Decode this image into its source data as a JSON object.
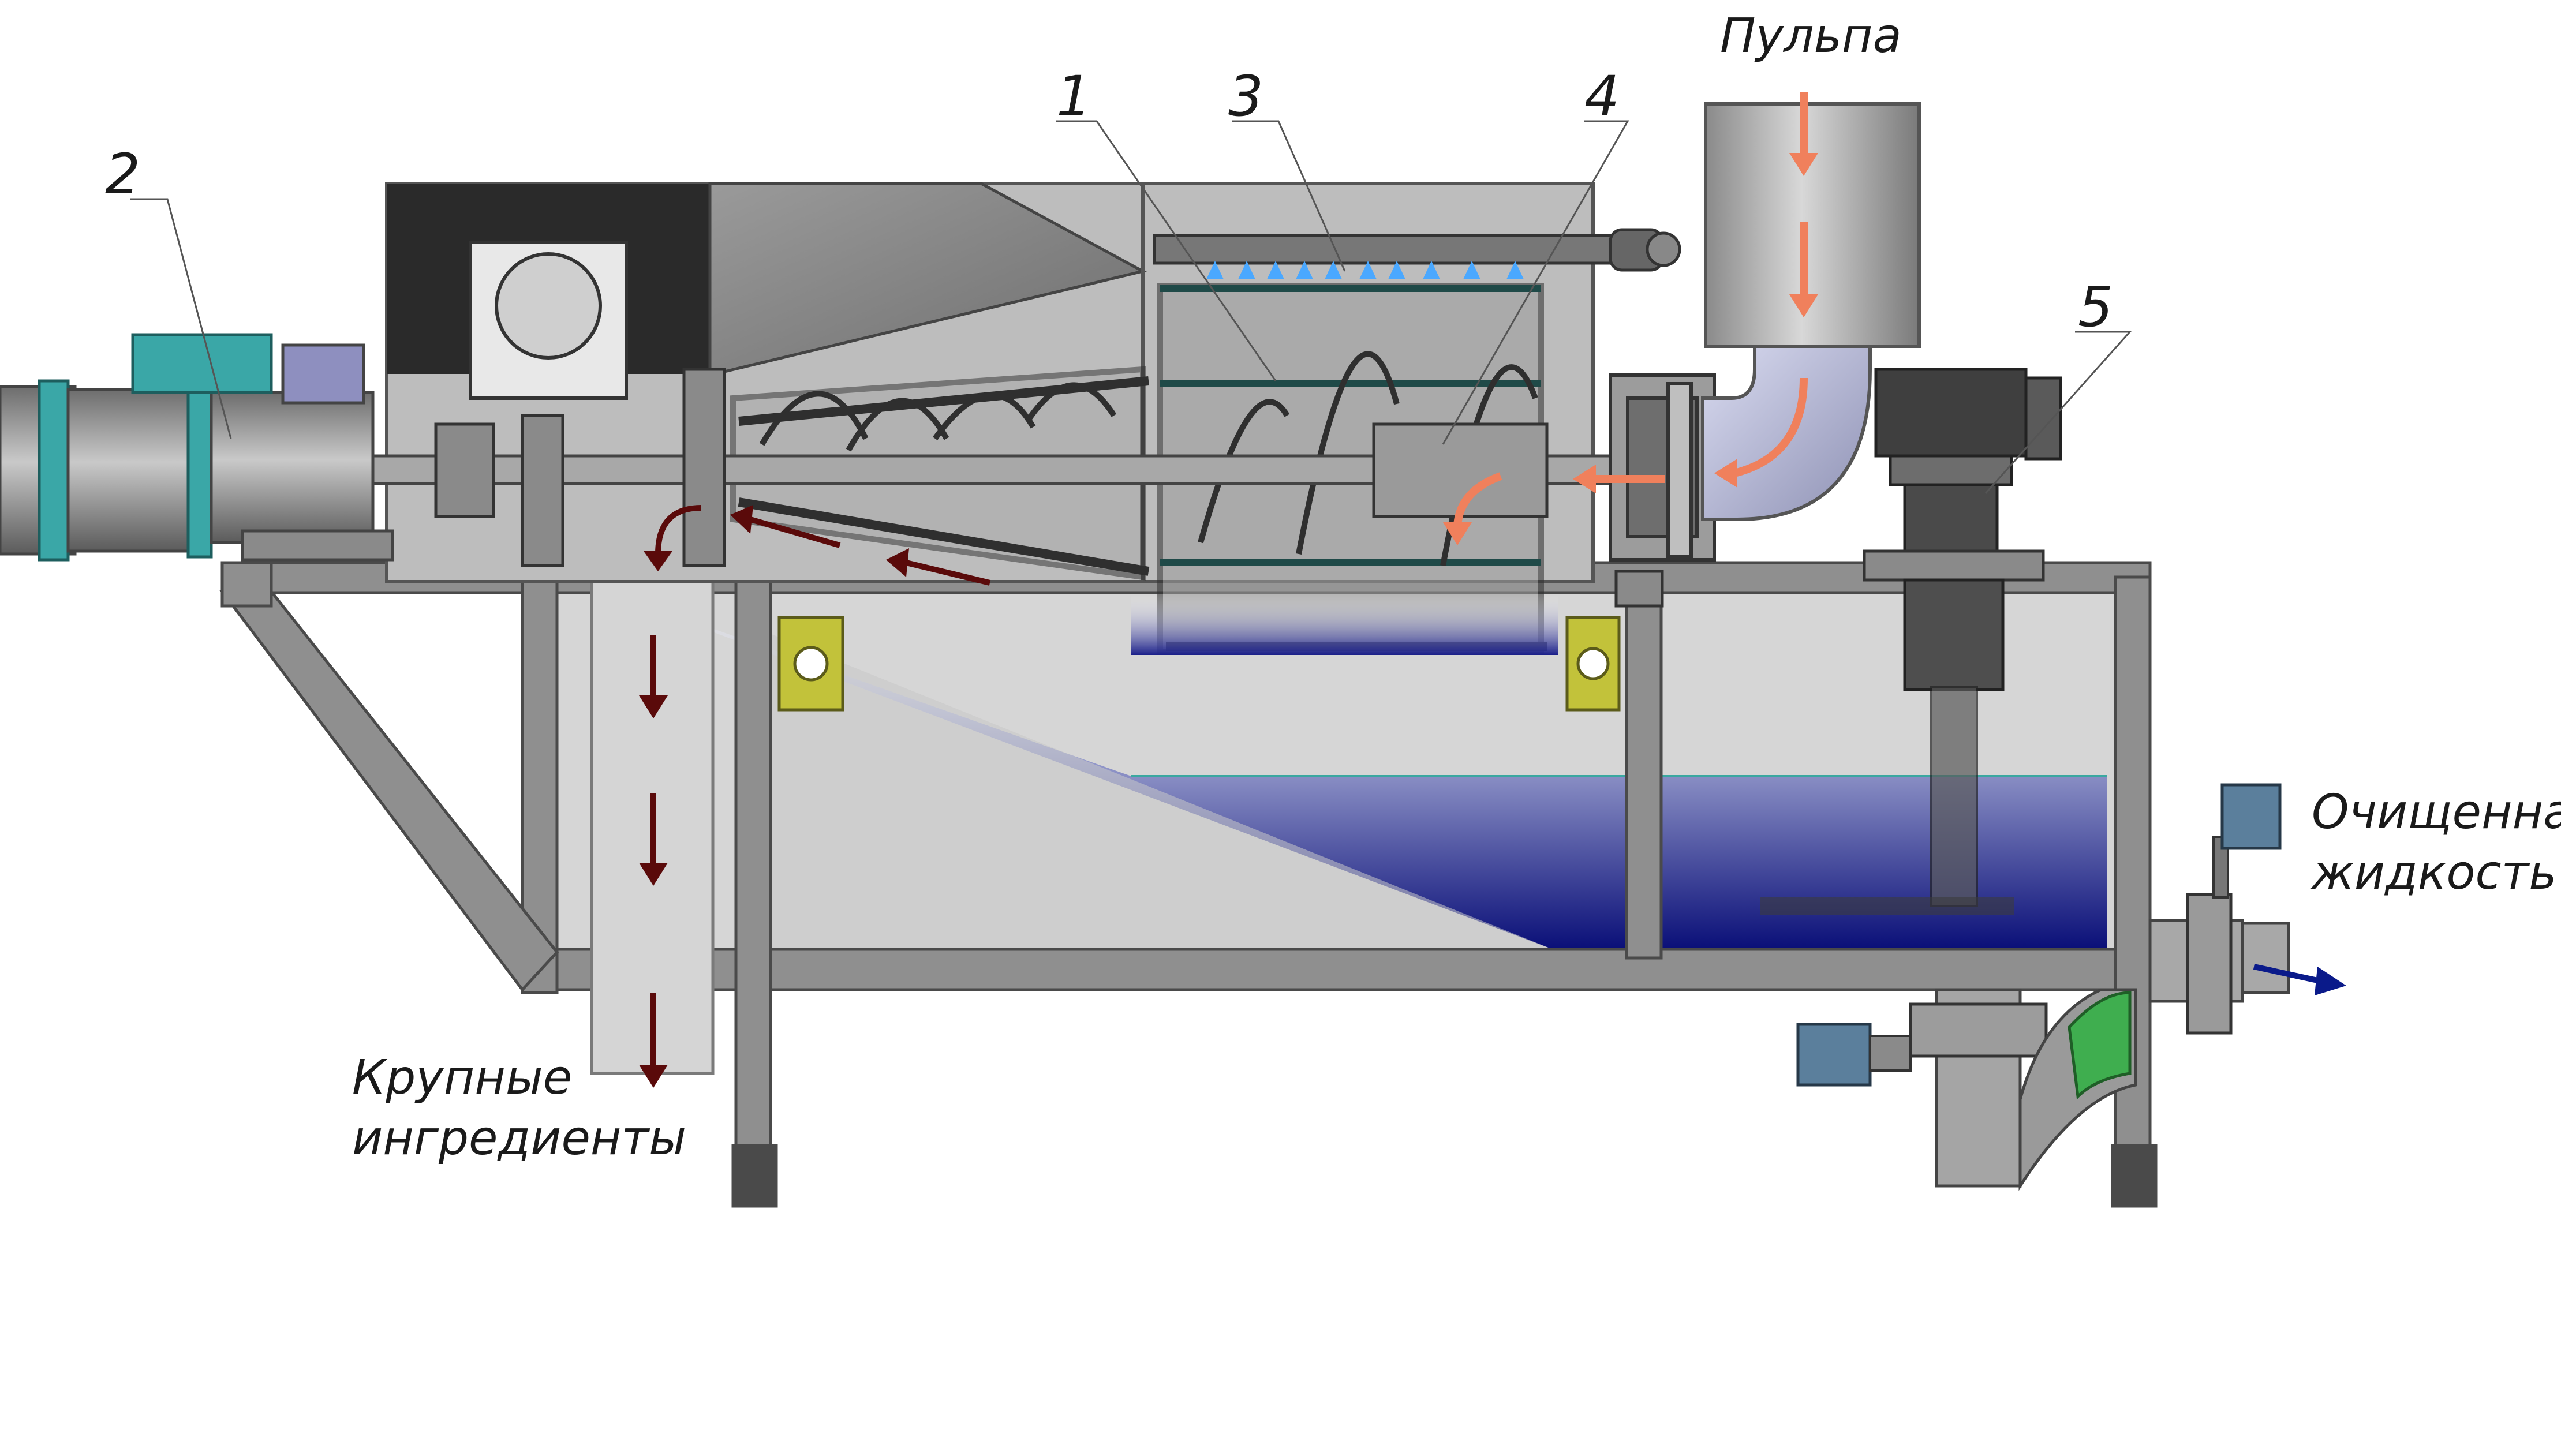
{
  "labels": {
    "pulp": "Пульпа",
    "coarse_line1": "Крупные",
    "coarse_line2": "ингредиенты",
    "clean_line1": "Очищенная",
    "clean_line2": "жидкость"
  },
  "callouts": {
    "n1": "1",
    "n2": "2",
    "n3": "3",
    "n4": "4",
    "n5": "5"
  },
  "colors": {
    "frame": "#8f8f8f",
    "motor_teal": "#3aa7a7",
    "pulp_arrow": "#f0805c",
    "coarse_arrow": "#5a0a0a",
    "clean_arrow": "#0a1a8a",
    "water": "#0a0f78",
    "spray": "#4aa8ff",
    "bracket": "#c2c23a",
    "valve": "#5b7f9c",
    "elbow_green": "#3fae4f"
  }
}
